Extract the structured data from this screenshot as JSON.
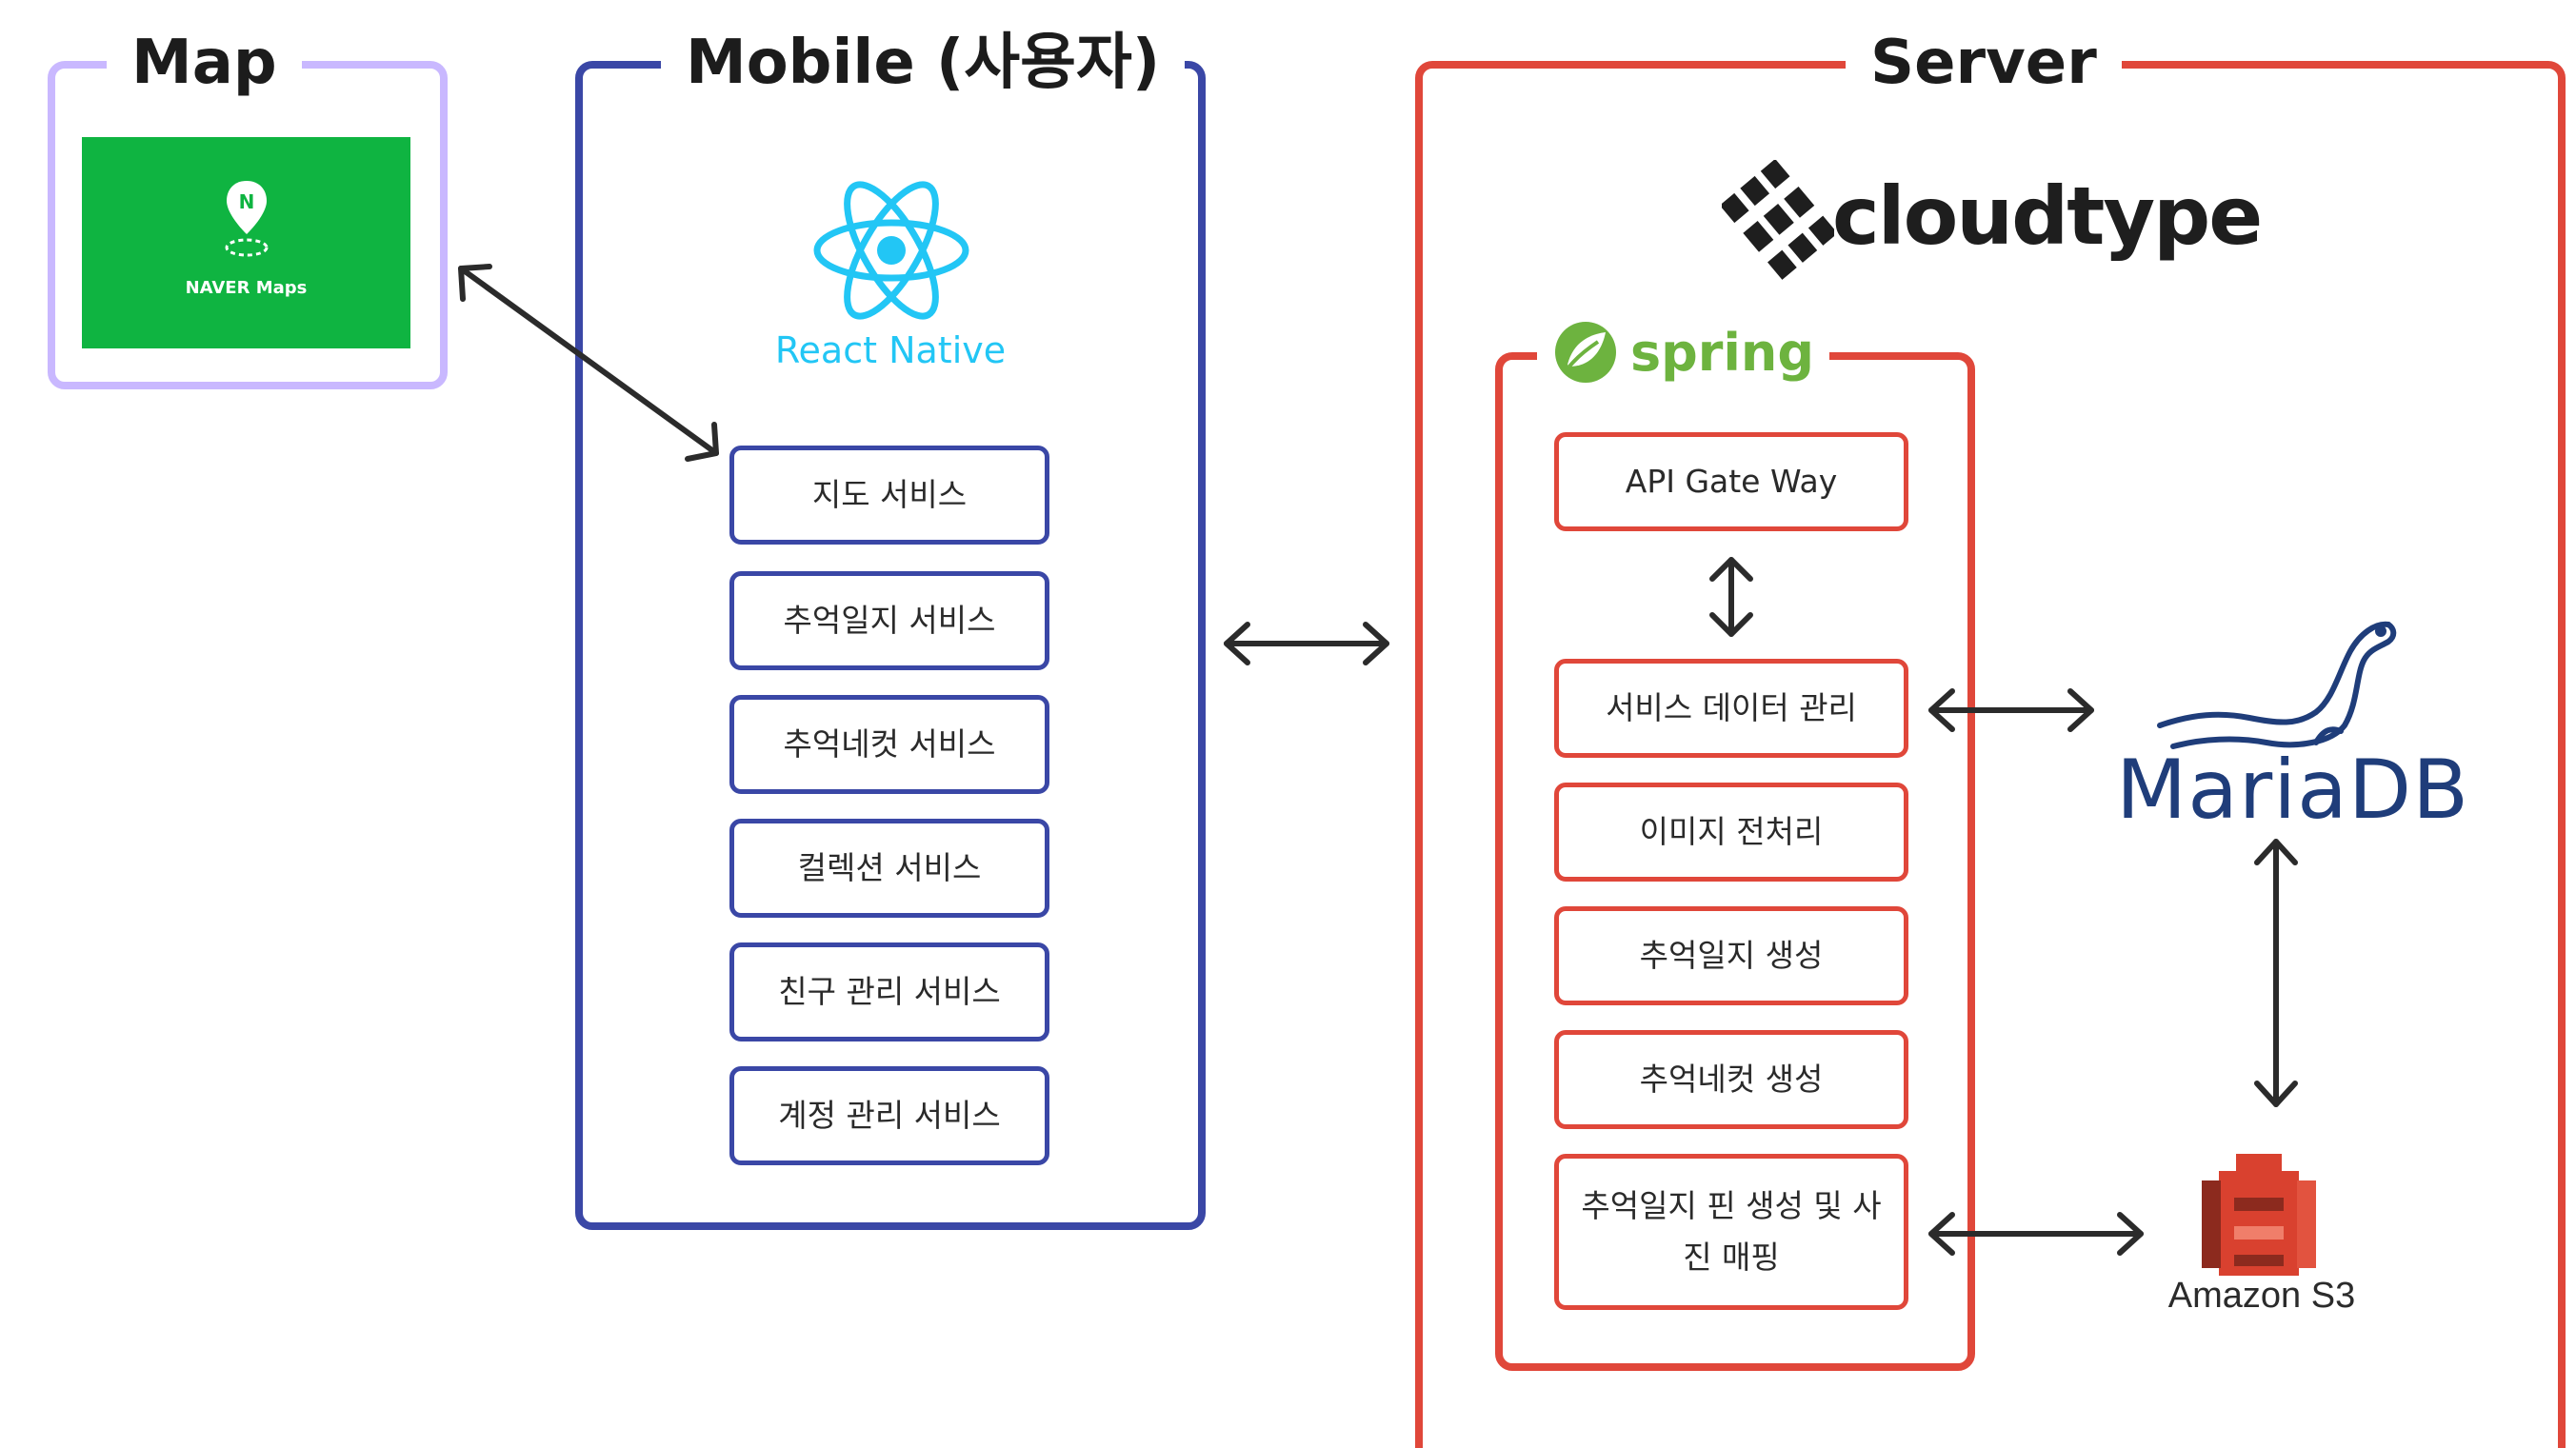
{
  "groups": {
    "map": {
      "title": "Map"
    },
    "mobile": {
      "title": "Mobile (사용자)"
    },
    "server": {
      "title": "Server"
    }
  },
  "map": {
    "provider_label": "NAVER Maps",
    "pin_letter": "N"
  },
  "mobile": {
    "framework": "React Native",
    "services": [
      {
        "label": "지도 서비스"
      },
      {
        "label": "추억일지 서비스"
      },
      {
        "label": "추억네컷 서비스"
      },
      {
        "label": "컬렉션 서비스"
      },
      {
        "label": "친구 관리 서비스"
      },
      {
        "label": "계정 관리 서비스"
      }
    ]
  },
  "server": {
    "host": "cloudtype",
    "framework": "spring",
    "modules": [
      {
        "label": "API Gate Way"
      },
      {
        "label": "서비스 데이터 관리"
      },
      {
        "label": "이미지 전처리"
      },
      {
        "label": "추억일지 생성"
      },
      {
        "label": "추억네컷 생성"
      },
      {
        "label": "추억일지 핀 생성 및 사진 매핑"
      }
    ],
    "database": "MariaDB",
    "storage": "Amazon S3"
  },
  "colors": {
    "map_frame": "#c9b8ff",
    "mobile_frame": "#3a47a6",
    "server_frame": "#e0473a",
    "naver_green": "#0fb441",
    "react_cyan": "#22c6f5",
    "spring_green": "#6db33f",
    "mariadb_blue": "#1f3d7a",
    "s3_red": "#d9412f"
  },
  "icons": [
    "naver-map-pin-icon",
    "react-atom-icon",
    "cloudtype-logo-icon",
    "spring-leaf-icon",
    "mariadb-seal-icon",
    "amazon-s3-icon"
  ]
}
